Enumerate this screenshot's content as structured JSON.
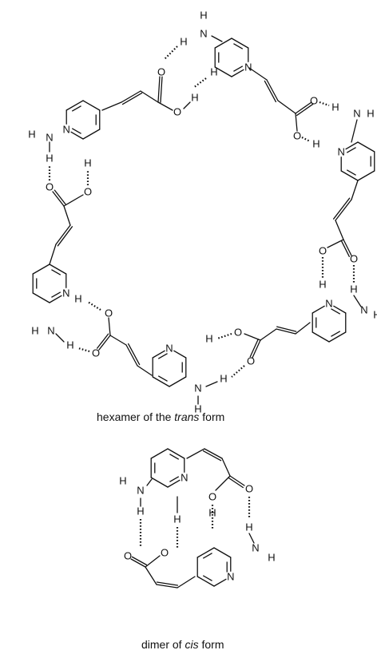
{
  "captions": {
    "trans_prefix": "hexamer of the ",
    "trans_italic": "trans",
    "trans_suffix": " form",
    "cis_prefix": "dimer of ",
    "cis_italic": "cis",
    "cis_suffix": " form"
  },
  "atoms": {
    "hydrogen": "H",
    "nitrogen": "N",
    "oxygen": "O"
  },
  "colors": {
    "ink": "#111111",
    "background": "#ffffff"
  }
}
